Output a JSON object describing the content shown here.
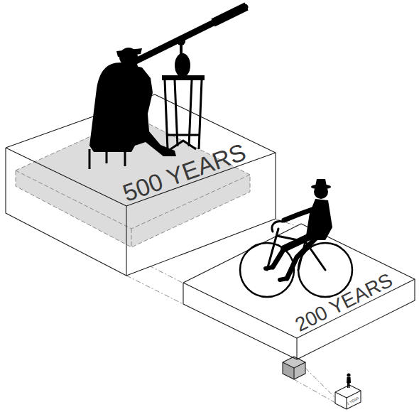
{
  "diagram": {
    "nodes": [
      {
        "text": [
          "500 YEARS"
        ]
      },
      {
        "text": [
          "200 YEARS"
        ]
      },
      {
        "text": [
          "1 YEAR"
        ]
      }
    ],
    "edges": [
      {
        "from": 0,
        "to": 1,
        "arrow": "none"
      },
      {
        "from": 1,
        "to": 2,
        "arrow": "none"
      }
    ]
  }
}
